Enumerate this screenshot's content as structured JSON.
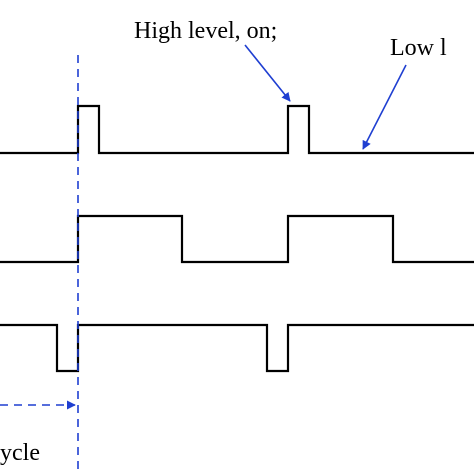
{
  "annotations": {
    "high_level": "High level, on;",
    "low_level": "Low l",
    "cycle": "ycle"
  },
  "colors": {
    "waveform": "#000000",
    "accent": "#1f3fd1",
    "background": "#ffffff"
  },
  "signals": [
    {
      "name": "",
      "description": "narrow positive pulses, duty low"
    },
    {
      "name": "",
      "description": "wide positive pulses, ~50% duty"
    },
    {
      "name": "",
      "description": "narrow negative pulses"
    }
  ]
}
